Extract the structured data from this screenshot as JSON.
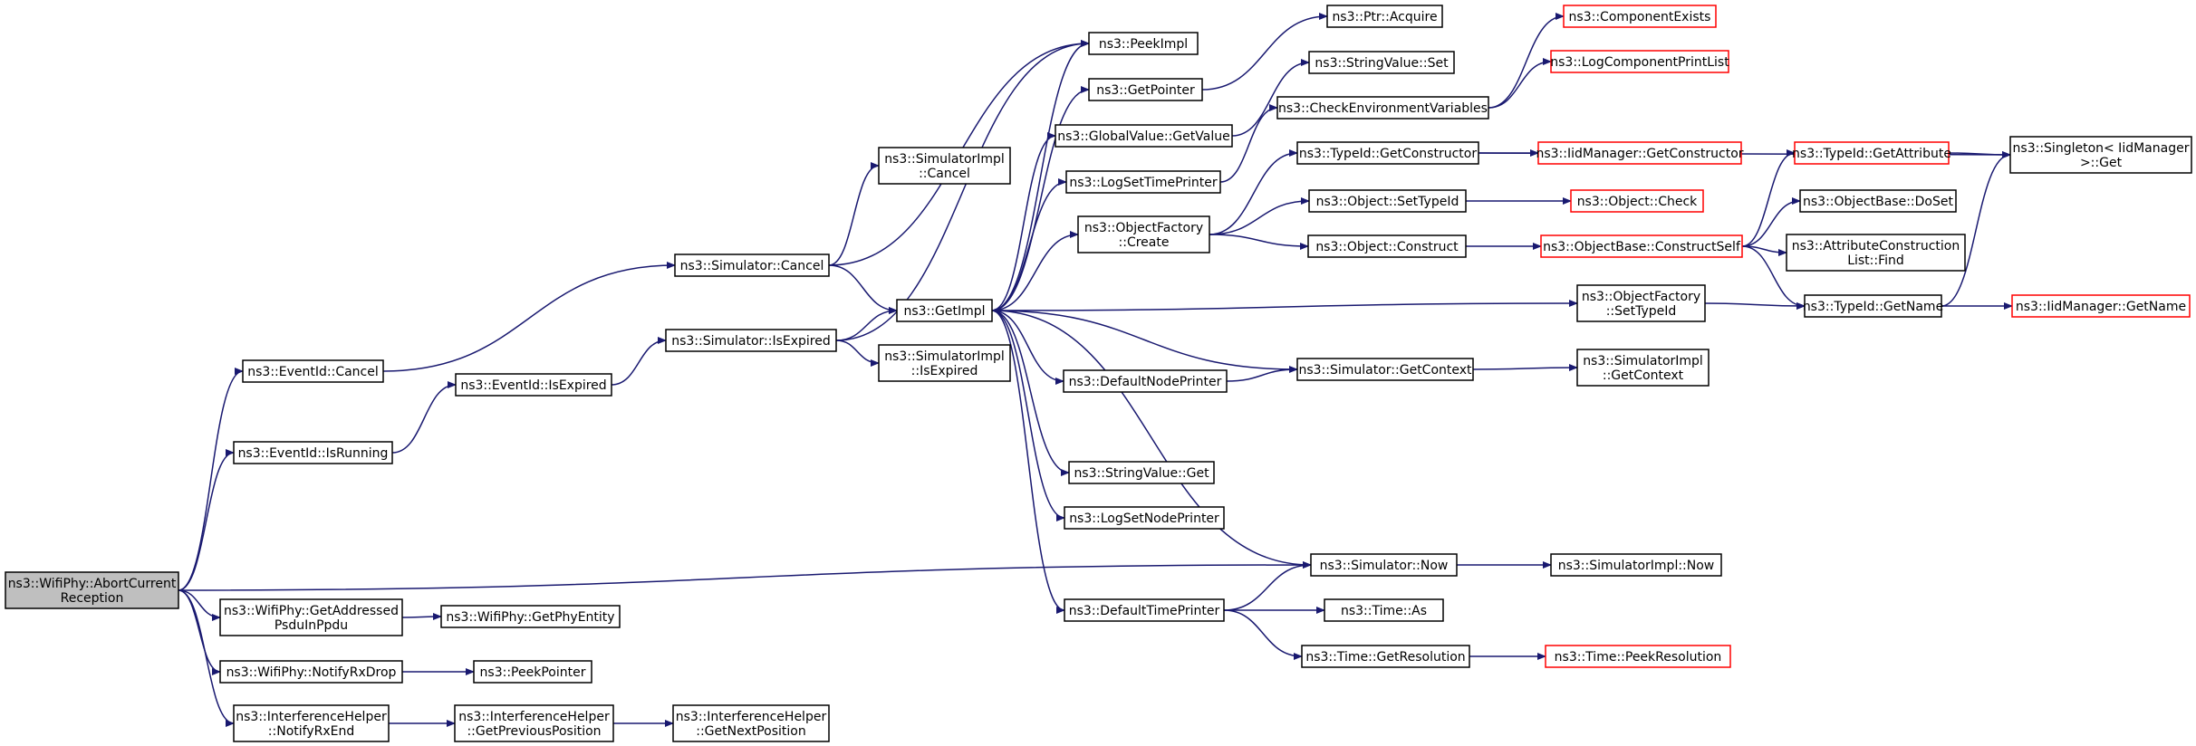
{
  "nodes": [
    {
      "id": "abort",
      "lines": [
        "ns3::WifiPhy::AbortCurrent",
        "Reception"
      ],
      "style": "root"
    },
    {
      "id": "evcancel",
      "lines": [
        "ns3::EventId::Cancel"
      ],
      "style": "normal"
    },
    {
      "id": "evisrun",
      "lines": [
        "ns3::EventId::IsRunning"
      ],
      "style": "normal"
    },
    {
      "id": "evisexp",
      "lines": [
        "ns3::EventId::IsExpired"
      ],
      "style": "normal"
    },
    {
      "id": "simcancel",
      "lines": [
        "ns3::Simulator::Cancel"
      ],
      "style": "normal"
    },
    {
      "id": "simisexp",
      "lines": [
        "ns3::Simulator::IsExpired"
      ],
      "style": "normal"
    },
    {
      "id": "simimplcancel",
      "lines": [
        "ns3::SimulatorImpl",
        "::Cancel"
      ],
      "style": "normal"
    },
    {
      "id": "simimplisexp",
      "lines": [
        "ns3::SimulatorImpl",
        "::IsExpired"
      ],
      "style": "normal"
    },
    {
      "id": "getimpl",
      "lines": [
        "ns3::GetImpl"
      ],
      "style": "normal"
    },
    {
      "id": "peekimpl",
      "lines": [
        "ns3::PeekImpl"
      ],
      "style": "normal"
    },
    {
      "id": "getpointer",
      "lines": [
        "ns3::GetPointer"
      ],
      "style": "normal"
    },
    {
      "id": "ptracquire",
      "lines": [
        "ns3::Ptr::Acquire"
      ],
      "style": "normal"
    },
    {
      "id": "gvgetvalue",
      "lines": [
        "ns3::GlobalValue::GetValue"
      ],
      "style": "normal"
    },
    {
      "id": "svset",
      "lines": [
        "ns3::StringValue::Set"
      ],
      "style": "normal"
    },
    {
      "id": "logsettime",
      "lines": [
        "ns3::LogSetTimePrinter"
      ],
      "style": "normal"
    },
    {
      "id": "checkenv",
      "lines": [
        "ns3::CheckEnvironmentVariables"
      ],
      "style": "normal"
    },
    {
      "id": "compexists",
      "lines": [
        "ns3::ComponentExists"
      ],
      "style": "ext"
    },
    {
      "id": "logcomplist",
      "lines": [
        "ns3::LogComponentPrintList"
      ],
      "style": "ext"
    },
    {
      "id": "ofcreate",
      "lines": [
        "ns3::ObjectFactory",
        "::Create"
      ],
      "style": "normal"
    },
    {
      "id": "tidgetctor",
      "lines": [
        "ns3::TypeId::GetConstructor"
      ],
      "style": "normal"
    },
    {
      "id": "iidgetctor",
      "lines": [
        "ns3::IidManager::GetConstructor"
      ],
      "style": "ext"
    },
    {
      "id": "objsettid",
      "lines": [
        "ns3::Object::SetTypeId"
      ],
      "style": "normal"
    },
    {
      "id": "objcheck",
      "lines": [
        "ns3::Object::Check"
      ],
      "style": "ext"
    },
    {
      "id": "objconstruct",
      "lines": [
        "ns3::Object::Construct"
      ],
      "style": "normal"
    },
    {
      "id": "obconstructself",
      "lines": [
        "ns3::ObjectBase::ConstructSelf"
      ],
      "style": "ext"
    },
    {
      "id": "tidgetattr",
      "lines": [
        "ns3::TypeId::GetAttribute"
      ],
      "style": "ext"
    },
    {
      "id": "singleton",
      "lines": [
        "ns3::Singleton< IidManager",
        ">::Get"
      ],
      "style": "normal"
    },
    {
      "id": "obdoset",
      "lines": [
        "ns3::ObjectBase::DoSet"
      ],
      "style": "normal"
    },
    {
      "id": "acfind",
      "lines": [
        "ns3::AttributeConstruction",
        "List::Find"
      ],
      "style": "normal"
    },
    {
      "id": "tidgetname",
      "lines": [
        "ns3::TypeId::GetName"
      ],
      "style": "normal"
    },
    {
      "id": "iidgetname",
      "lines": [
        "ns3::IidManager::GetName"
      ],
      "style": "ext"
    },
    {
      "id": "ofsettid",
      "lines": [
        "ns3::ObjectFactory",
        "::SetTypeId"
      ],
      "style": "normal"
    },
    {
      "id": "defnodeprinter",
      "lines": [
        "ns3::DefaultNodePrinter"
      ],
      "style": "normal"
    },
    {
      "id": "simgetctx",
      "lines": [
        "ns3::Simulator::GetContext"
      ],
      "style": "normal"
    },
    {
      "id": "simimplgetctx",
      "lines": [
        "ns3::SimulatorImpl",
        "::GetContext"
      ],
      "style": "normal"
    },
    {
      "id": "svget",
      "lines": [
        "ns3::StringValue::Get"
      ],
      "style": "normal"
    },
    {
      "id": "logsetnode",
      "lines": [
        "ns3::LogSetNodePrinter"
      ],
      "style": "normal"
    },
    {
      "id": "simnow",
      "lines": [
        "ns3::Simulator::Now"
      ],
      "style": "normal"
    },
    {
      "id": "simimplnow",
      "lines": [
        "ns3::SimulatorImpl::Now"
      ],
      "style": "normal"
    },
    {
      "id": "deftimeprinter",
      "lines": [
        "ns3::DefaultTimePrinter"
      ],
      "style": "normal"
    },
    {
      "id": "timeas",
      "lines": [
        "ns3::Time::As"
      ],
      "style": "normal"
    },
    {
      "id": "timegetres",
      "lines": [
        "ns3::Time::GetResolution"
      ],
      "style": "normal"
    },
    {
      "id": "timepeekres",
      "lines": [
        "ns3::Time::PeekResolution"
      ],
      "style": "ext"
    },
    {
      "id": "getaddrpsdu",
      "lines": [
        "ns3::WifiPhy::GetAddressed",
        "PsduInPpdu"
      ],
      "style": "normal"
    },
    {
      "id": "getphyentity",
      "lines": [
        "ns3::WifiPhy::GetPhyEntity"
      ],
      "style": "normal"
    },
    {
      "id": "notifyrxdrop",
      "lines": [
        "ns3::WifiPhy::NotifyRxDrop"
      ],
      "style": "normal"
    },
    {
      "id": "peekpointer",
      "lines": [
        "ns3::PeekPointer"
      ],
      "style": "normal"
    },
    {
      "id": "ihnotifyrxend",
      "lines": [
        "ns3::InterferenceHelper",
        "::NotifyRxEnd"
      ],
      "style": "normal"
    },
    {
      "id": "ihgetprev",
      "lines": [
        "ns3::InterferenceHelper",
        "::GetPreviousPosition"
      ],
      "style": "normal"
    },
    {
      "id": "ihgetnext",
      "lines": [
        "ns3::InterferenceHelper",
        "::GetNextPosition"
      ],
      "style": "normal"
    }
  ],
  "edges": [
    [
      "abort",
      "evcancel"
    ],
    [
      "abort",
      "evisrun"
    ],
    [
      "abort",
      "simnow"
    ],
    [
      "abort",
      "getaddrpsdu"
    ],
    [
      "abort",
      "notifyrxdrop"
    ],
    [
      "abort",
      "ihnotifyrxend"
    ],
    [
      "evcancel",
      "simcancel"
    ],
    [
      "evisrun",
      "evisexp"
    ],
    [
      "evisexp",
      "simisexp"
    ],
    [
      "simcancel",
      "simimplcancel"
    ],
    [
      "simcancel",
      "peekimpl"
    ],
    [
      "simcancel",
      "getimpl"
    ],
    [
      "simisexp",
      "peekimpl"
    ],
    [
      "simisexp",
      "getimpl"
    ],
    [
      "simisexp",
      "simimplisexp"
    ],
    [
      "getimpl",
      "peekimpl"
    ],
    [
      "getimpl",
      "getpointer"
    ],
    [
      "getimpl",
      "gvgetvalue"
    ],
    [
      "getimpl",
      "logsettime"
    ],
    [
      "getimpl",
      "ofcreate"
    ],
    [
      "getimpl",
      "ofsettid"
    ],
    [
      "getimpl",
      "defnodeprinter"
    ],
    [
      "getimpl",
      "svget"
    ],
    [
      "getimpl",
      "logsetnode"
    ],
    [
      "getimpl",
      "deftimeprinter"
    ],
    [
      "getpointer",
      "ptracquire"
    ],
    [
      "gvgetvalue",
      "svset"
    ],
    [
      "logsettime",
      "checkenv"
    ],
    [
      "checkenv",
      "compexists"
    ],
    [
      "checkenv",
      "logcomplist"
    ],
    [
      "ofcreate",
      "tidgetctor"
    ],
    [
      "ofcreate",
      "objsettid"
    ],
    [
      "ofcreate",
      "objconstruct"
    ],
    [
      "tidgetctor",
      "iidgetctor"
    ],
    [
      "tidgetctor",
      "singleton"
    ],
    [
      "objsettid",
      "objcheck"
    ],
    [
      "objconstruct",
      "obconstructself"
    ],
    [
      "obconstructself",
      "tidgetattr"
    ],
    [
      "obconstructself",
      "obdoset"
    ],
    [
      "obconstructself",
      "acfind"
    ],
    [
      "obconstructself",
      "tidgetname"
    ],
    [
      "tidgetattr",
      "singleton"
    ],
    [
      "tidgetname",
      "singleton"
    ],
    [
      "tidgetname",
      "iidgetname"
    ],
    [
      "ofsettid",
      "tidgetname"
    ],
    [
      "defnodeprinter",
      "simgetctx"
    ],
    [
      "simgetctx",
      "getimpl"
    ],
    [
      "simgetctx",
      "simimplgetctx"
    ],
    [
      "simnow",
      "getimpl"
    ],
    [
      "simnow",
      "simimplnow"
    ],
    [
      "deftimeprinter",
      "simnow"
    ],
    [
      "deftimeprinter",
      "timeas"
    ],
    [
      "deftimeprinter",
      "timegetres"
    ],
    [
      "timegetres",
      "timepeekres"
    ],
    [
      "getaddrpsdu",
      "getphyentity"
    ],
    [
      "notifyrxdrop",
      "peekpointer"
    ],
    [
      "ihnotifyrxend",
      "ihgetprev"
    ],
    [
      "ihgetprev",
      "ihgetnext"
    ]
  ]
}
